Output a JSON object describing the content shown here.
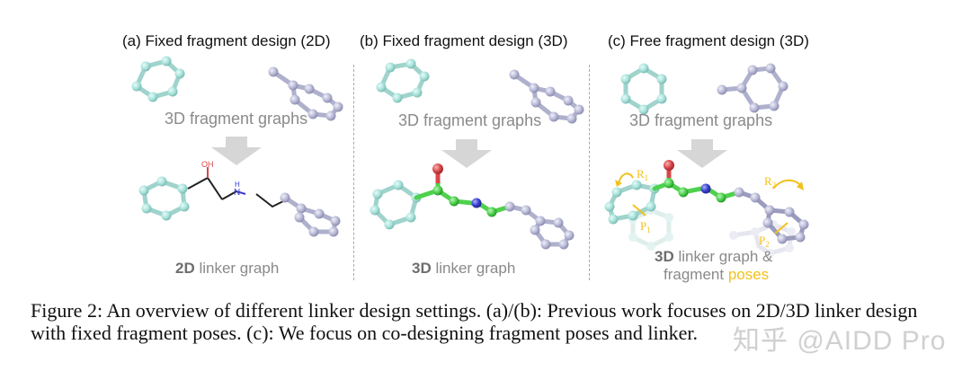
{
  "figure": {
    "panels": [
      {
        "id": "a",
        "title": "(a) Fixed fragment design (2D)",
        "fragment_label": "3D fragment graphs",
        "result_label_bold": "2D",
        "result_label_rest": " linker graph",
        "linker_atoms": {
          "oxygen_label": "OH",
          "nitrogen_label": "H\nN"
        }
      },
      {
        "id": "b",
        "title": "(b) Fixed fragment design (3D)",
        "fragment_label": "3D fragment graphs",
        "result_label_bold": "3D",
        "result_label_rest": " linker graph"
      },
      {
        "id": "c",
        "title": "(c) Free fragment design (3D)",
        "fragment_label": "3D fragment graphs",
        "result_label_bold": "3D",
        "result_label_rest": " linker graph &",
        "result_label_line2_plain": "fragment ",
        "result_label_line2_highlight": "poses",
        "annotations": {
          "R1": "R",
          "R1_sub": "1",
          "R2": "R",
          "R2_sub": "2",
          "P1": "P",
          "P1_sub": "1",
          "P2": "P",
          "P2_sub": "2"
        }
      }
    ],
    "caption": "Figure 2: An overview of different linker design settings. (a)/(b): Previous work focuses on 2D/3D linker design with fixed fragment poses. (c): We focus on co-designing fragment poses and linker.",
    "watermark": "知乎 @AIDD Pro",
    "colors": {
      "fragment1": "#a9e3dc",
      "fragment2": "#b9bad6",
      "linker_carbon": "#4ed14e",
      "oxygen": "#d9474b",
      "nitrogen": "#3a3fd0",
      "pose_annotation": "#f2c21b",
      "arrow": "#d6d6d6",
      "separator": "#a8a8a8"
    }
  }
}
